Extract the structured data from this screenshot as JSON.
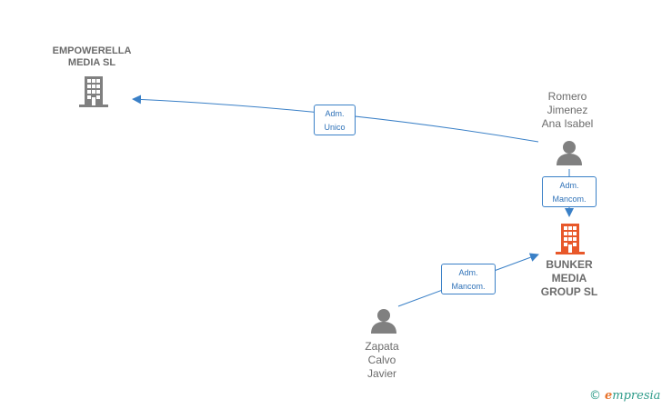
{
  "nodes": {
    "empowerella": {
      "label": "EMPOWERELLA\nMEDIA  SL",
      "type": "company",
      "icon": "building-icon"
    },
    "romero": {
      "label": "Romero\nJimenez\nAna Isabel",
      "type": "person",
      "icon": "person-icon"
    },
    "bunker": {
      "label": "BUNKER\nMEDIA\nGROUP  SL",
      "type": "company-main",
      "icon": "building-icon"
    },
    "zapata": {
      "label": "Zapata\nCalvo\nJavier",
      "type": "person",
      "icon": "person-icon"
    }
  },
  "edges": {
    "romero_to_empowerella": {
      "label": "Adm.\nUnico"
    },
    "romero_to_bunker": {
      "label": "Adm.\nMancom."
    },
    "zapata_to_bunker": {
      "label": "Adm.\nMancom."
    }
  },
  "colors": {
    "company": "#808080",
    "company_main": "#e8582a",
    "person": "#808080",
    "edge": "#3a80c7",
    "text": "#6b6b6b"
  },
  "footer": {
    "copyright_symbol": "©",
    "brand_first": "e",
    "brand_rest": "mpresia"
  }
}
